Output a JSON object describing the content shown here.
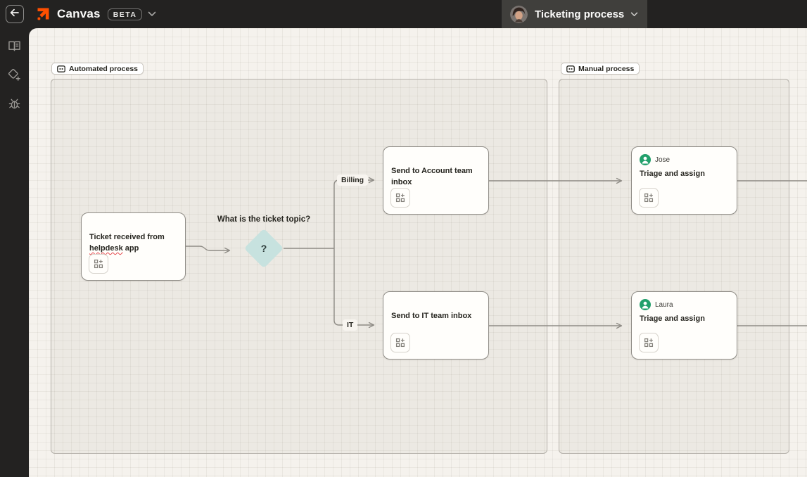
{
  "topbar": {
    "app_title": "Canvas",
    "beta_badge": "BETA",
    "document_title": "Ticketing process"
  },
  "sidebar": {
    "items": [
      {
        "icon": "book-open-icon"
      },
      {
        "icon": "diamond-sparkle-icon"
      },
      {
        "icon": "bug-icon"
      }
    ]
  },
  "canvas": {
    "frames": [
      {
        "label": "Automated process"
      },
      {
        "label": "Manual process"
      }
    ],
    "nodes": {
      "ticket": {
        "title_pre": "Ticket received from ",
        "title_misspelled": "helpdesk",
        "title_post": " app"
      },
      "decision": {
        "question": "What is the ticket topic?",
        "symbol": "?"
      },
      "account_inbox": {
        "title": "Send to Account team inbox"
      },
      "it_inbox": {
        "title": "Send to IT team inbox"
      },
      "triage_jose": {
        "assignee": "Jose",
        "title": "Triage and assign"
      },
      "triage_laura": {
        "assignee": "Laura",
        "title": "Triage and assign"
      }
    },
    "edge_labels": {
      "billing": "Billing",
      "it": "IT"
    }
  },
  "colors": {
    "accent_orange": "#ff4f00",
    "diamond_teal": "#c7e2df",
    "avatar_green": "#22a06b",
    "line_gray": "#8f8c86",
    "spellcheck_red": "#e5484d",
    "topbar_dark": "#232221",
    "canvas_bg": "#f5f2ed"
  }
}
